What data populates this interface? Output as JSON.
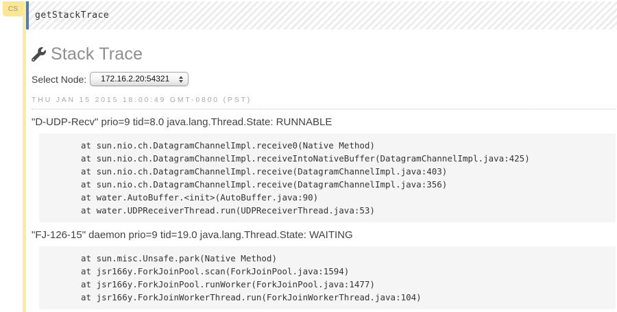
{
  "badge": {
    "label": "CS"
  },
  "cell": {
    "code": "getStackTrace"
  },
  "header": {
    "title": "Stack Trace",
    "icon": "wrench-icon"
  },
  "node_selector": {
    "label": "Select Node:",
    "selected": "172.16.2.20:54321"
  },
  "timestamp": "THU JAN 15 2015 18:00:49 GMT-0800 (PST)",
  "threads": [
    {
      "header": "\"D-UDP-Recv\" prio=9 tid=8.0 java.lang.Thread.State: RUNNABLE",
      "frames": [
        "at sun.nio.ch.DatagramChannelImpl.receive0(Native Method)",
        "at sun.nio.ch.DatagramChannelImpl.receiveIntoNativeBuffer(DatagramChannelImpl.java:425)",
        "at sun.nio.ch.DatagramChannelImpl.receive(DatagramChannelImpl.java:403)",
        "at sun.nio.ch.DatagramChannelImpl.receive(DatagramChannelImpl.java:356)",
        "at water.AutoBuffer.<init>(AutoBuffer.java:90)",
        "at water.UDPReceiverThread.run(UDPReceiverThread.java:53)"
      ]
    },
    {
      "header": "\"FJ-126-15\" daemon prio=9 tid=19.0 java.lang.Thread.State: WAITING",
      "frames": [
        "at sun.misc.Unsafe.park(Native Method)",
        "at jsr166y.ForkJoinPool.scan(ForkJoinPool.java:1594)",
        "at jsr166y.ForkJoinPool.runWorker(ForkJoinPool.java:1477)",
        "at jsr166y.ForkJoinWorkerThread.run(ForkJoinWorkerThread.java:104)"
      ]
    }
  ],
  "colors": {
    "accent-yellow": "#f8ec9f",
    "badge-yellow": "#f9e795",
    "accent-blue": "#4e7cbb",
    "code-bg": "#f5f5f5"
  }
}
